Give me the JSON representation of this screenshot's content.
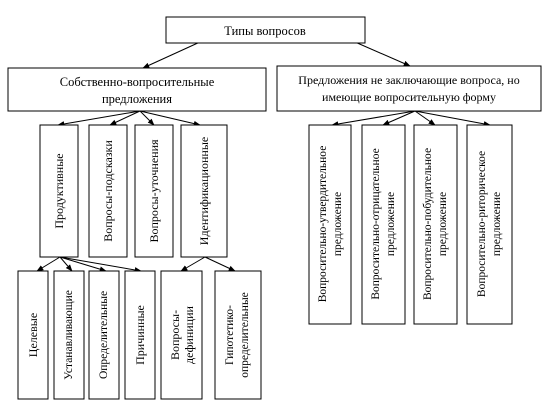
{
  "diagram": {
    "root": "Типы вопросов",
    "left_branch": {
      "line1": "Собственно-вопросительные",
      "line2": "предложения"
    },
    "right_branch": {
      "line1": "Предложения не заключающие вопроса, но",
      "line2": "имеющие вопросительную форму"
    },
    "left_children": [
      "Продуктивные",
      "Вопросы-подсказки",
      "Вопросы-уточнения",
      "Идентификационные"
    ],
    "productive_children": [
      "Целевые",
      "Устанавливающие",
      "Определительные",
      "Причинные"
    ],
    "identification_children": [
      {
        "line1": "Вопросы-",
        "line2": "дефиниции"
      },
      {
        "line1": "Гипотетико-",
        "line2": "определительные"
      }
    ],
    "right_children": [
      {
        "line1": "Вопросительно-утвердительное",
        "line2": "предложение"
      },
      {
        "line1": "Вопросительно-отрицательное",
        "line2": "предложение"
      },
      {
        "line1": "Вопросительно-побудительное",
        "line2": "предложение"
      },
      {
        "line1": "Вопросительно-риторическое",
        "line2": "предложение"
      }
    ]
  }
}
